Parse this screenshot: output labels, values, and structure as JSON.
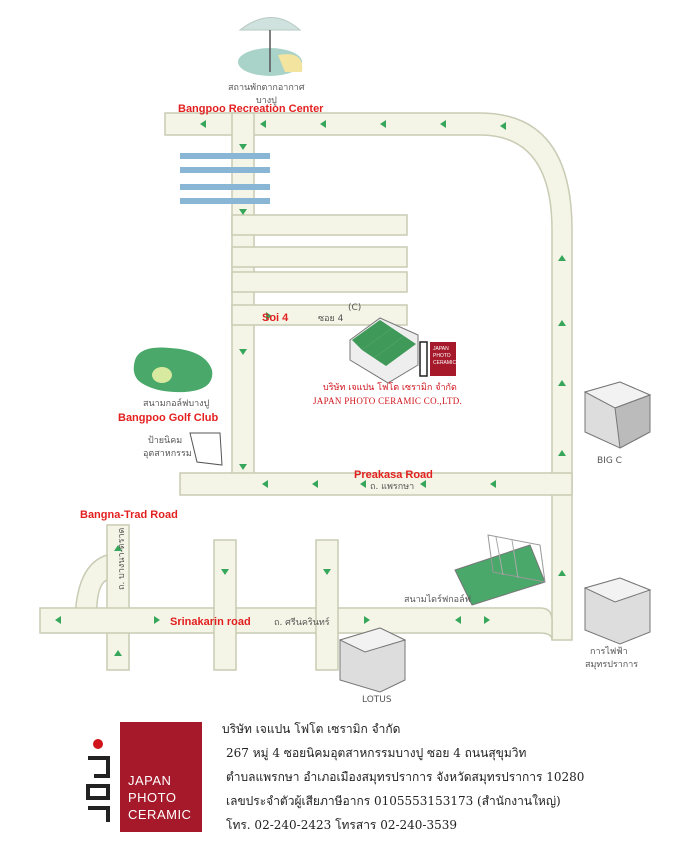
{
  "map": {
    "landmarks": {
      "recreation_center_thai": "สถานพักตากอากาศ",
      "recreation_center_thai2": "บางปู",
      "recreation_center_en": "Bangpoo Recreation Center",
      "golf_club_thai": "สนามกอล์ฟบางปู",
      "golf_club_en": "Bangpoo Golf Club",
      "estate_sign_thai1": "ป้ายนิคม",
      "estate_sign_thai2": "อุตสาหกรรม",
      "driving_range_thai": "สนามไดร์ฟกอล์ฟ",
      "big_c": "BIG C",
      "electricity_thai1": "การไฟฟ้า",
      "electricity_thai2": "สมุทรปราการ",
      "lotus": "LOTUS"
    },
    "roads": {
      "soi4_en": "Soi 4",
      "soi4_thai": "ซอย 4",
      "preakasa_en": "Preakasa Road",
      "preakasa_thai": "ถ. แพรกษา",
      "bangna_en": "Bangna-Trad Road",
      "bangna_thai": "ถ. บางนา-ตราด",
      "srinakarin_en": "Srinakarin road",
      "srinakarin_thai": "ถ. ศรีนครินทร์"
    },
    "company": {
      "marker": "(C)",
      "name_thai": "บริษัท เจแปน โฟโต เซรามิก จำกัด",
      "name_en": "JAPAN PHOTO CERAMIC CO.,LTD.",
      "mini_logo": [
        "JAPAN",
        "PHOTO",
        "CERAMIC"
      ]
    }
  },
  "footer": {
    "logo_lines": [
      "JAPAN",
      "PHOTO",
      "CERAMIC"
    ],
    "address_lines": [
      "บริษัท เจแปน โฟโต เซรามิก จำกัด",
      "267 หมู่ 4 ซอยนิคมอุตสาหกรรมบางปู ซอย 4 ถนนสุขุมวิท",
      "ตำบลแพรกษา อำเภอเมืองสมุทรปราการ จังหวัดสมุทรปราการ 10280",
      "เลขประจำตัวผู้เสียภาษีอากร  0105553153173 (สำนักงานใหญ่)",
      "โทร. 02-240-2423 โทรสาร 02-240-3539"
    ]
  },
  "colors": {
    "road": "#f4f5e6",
    "road_outline": "#c9ccb4",
    "arrow": "#36a75a",
    "label_red": "#e32020",
    "brand": "#a5192a",
    "water": "#8ab6d6",
    "green": "#4aa86a"
  }
}
